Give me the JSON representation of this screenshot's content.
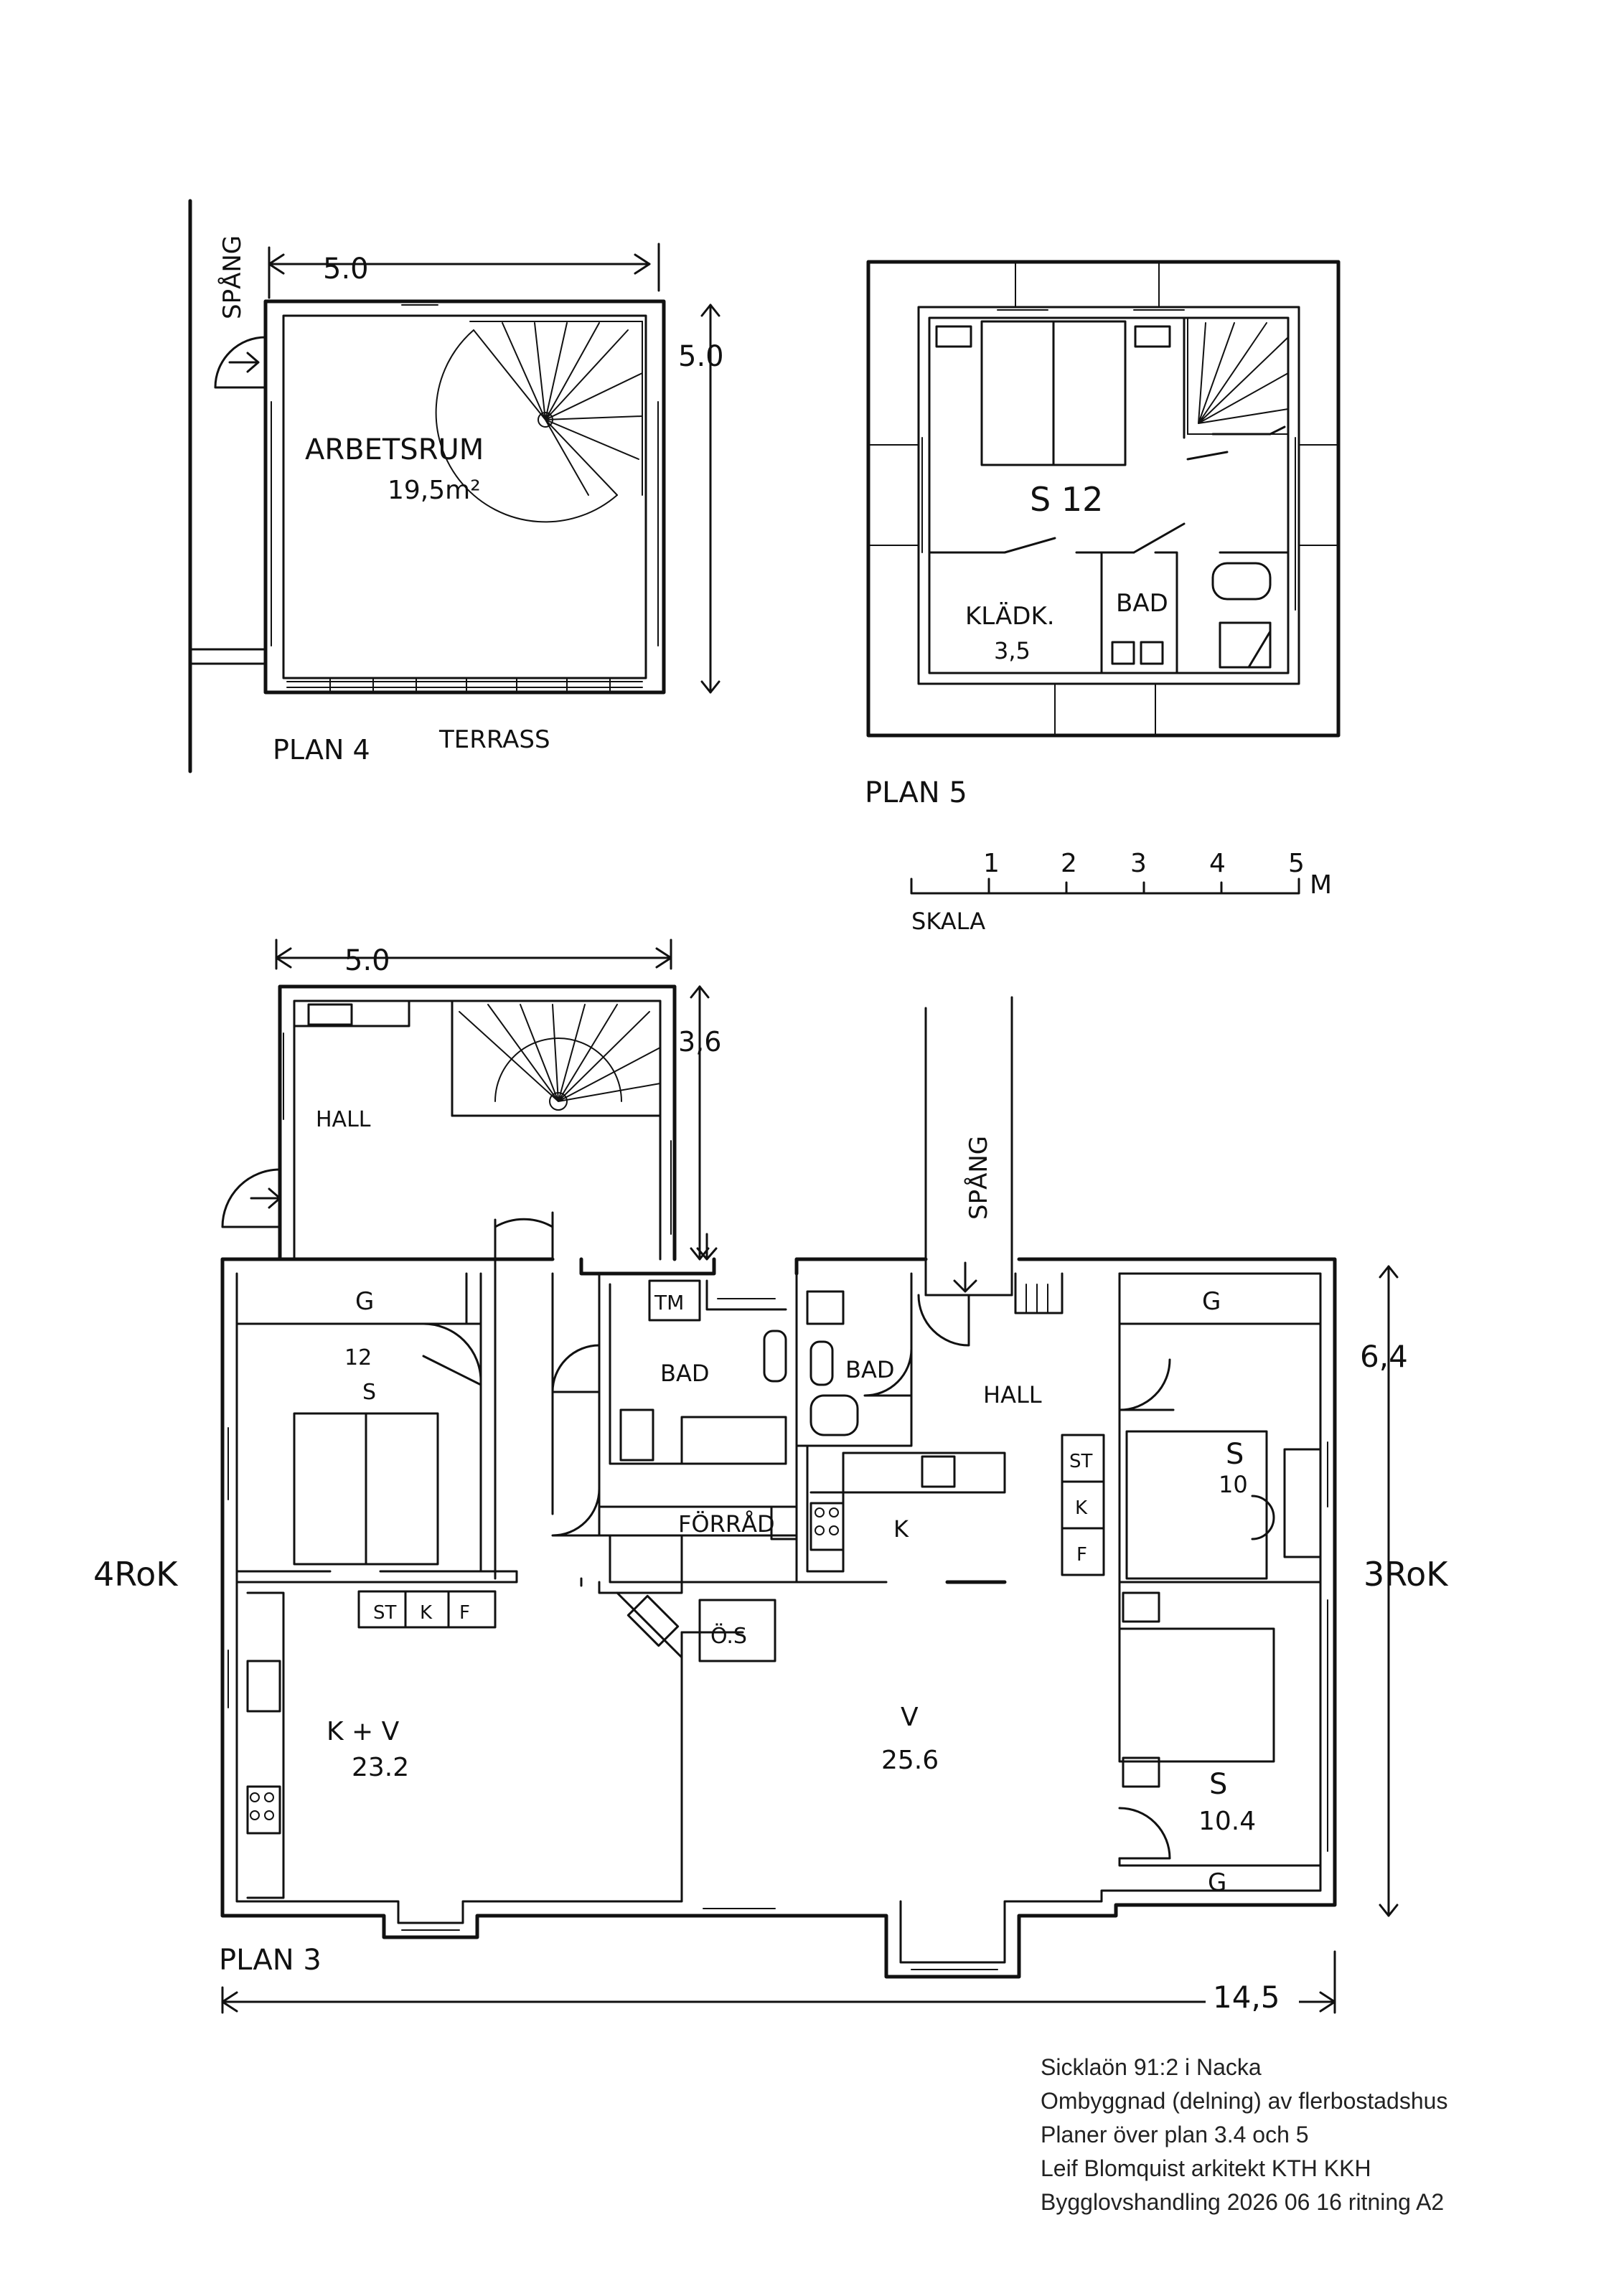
{
  "plan4": {
    "dim_width": "5.0",
    "dim_height": "5.0",
    "walkway": "SPÅNG",
    "room": "ARBETSRUM",
    "area": "19,5m²",
    "name": "PLAN 4",
    "terrace": "TERRASS"
  },
  "plan5": {
    "bedroom": "S 12",
    "closet": "KLÄDK.",
    "closet_area": "3,5",
    "bath": "BAD",
    "name": "PLAN 5"
  },
  "scale": {
    "label": "SKALA",
    "ticks": [
      "1",
      "2",
      "3",
      "4",
      "5"
    ],
    "unit": "M"
  },
  "plan3": {
    "dim_top": "5.0",
    "dim_stair": "3,6",
    "dim_right": "6,4",
    "dim_bottom": "14,5",
    "walkway": "SPÅNG",
    "name": "PLAN 3",
    "left_unit": "4RoK",
    "right_unit": "3RoK",
    "rooms": {
      "hall_left": "HALL",
      "g1": "G",
      "s12_num": "12",
      "s12_s": "S",
      "tm": "TM",
      "bad1": "BAD",
      "bad2": "BAD",
      "hall_right": "HALL",
      "g2": "G",
      "s10_s": "S",
      "s10_num": "10",
      "st1": "ST",
      "k1": "K",
      "f1": "F",
      "forrad": "FÖRRÅD",
      "k_kitchen": "K",
      "k2": "K",
      "f2": "F",
      "st2": "ST",
      "os": "Ö.S",
      "kv": "K + V",
      "kv_area": "23.2",
      "v": "V",
      "v_area": "25.6",
      "s104_s": "S",
      "s104_num": "10.4",
      "g3": "G"
    }
  },
  "title_block": [
    "Sicklaön 91:2 i Nacka",
    "Ombyggnad (delning) av flerbostadshus",
    "Planer över plan 3.4 och 5",
    "Leif Blomquist arkitekt KTH KKH",
    "Bygglovshandling 2026 06 16 ritning A2"
  ]
}
